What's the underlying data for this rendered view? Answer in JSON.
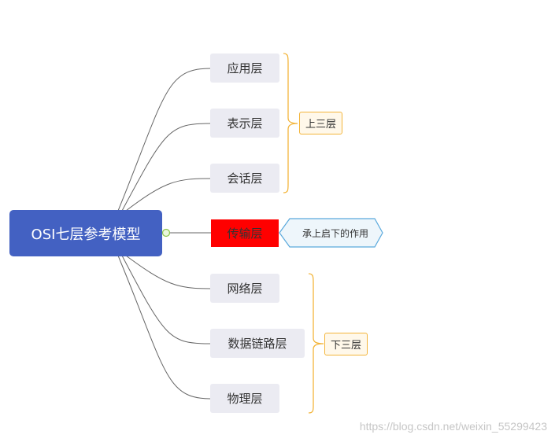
{
  "diagram": {
    "root": {
      "label": "OSI七层参考模型"
    },
    "layers": [
      {
        "label": "应用层"
      },
      {
        "label": "表示层"
      },
      {
        "label": "会话层"
      },
      {
        "label": "传输层",
        "highlighted": true
      },
      {
        "label": "网络层"
      },
      {
        "label": "数据链路层"
      },
      {
        "label": "物理层"
      }
    ],
    "summaries": [
      {
        "label": "上三层",
        "covers": [
          "应用层",
          "表示层",
          "会话层"
        ]
      },
      {
        "label": "下三层",
        "covers": [
          "网络层",
          "数据链路层",
          "物理层"
        ]
      }
    ],
    "callout": {
      "label": "承上启下的作用",
      "attached_to": "传输层"
    },
    "colors": {
      "root_fill": "#4361c2",
      "node_fill": "#ebebf2",
      "highlight_fill": "#ff0000",
      "bracket": "#f3b53b",
      "summary_fill": "#fff8ea",
      "callout_border": "#5aa9dc",
      "callout_fill": "#eef6fb",
      "connector": "#666666",
      "junction": "#8bc34a"
    }
  },
  "watermark": "https://blog.csdn.net/weixin_55299423"
}
